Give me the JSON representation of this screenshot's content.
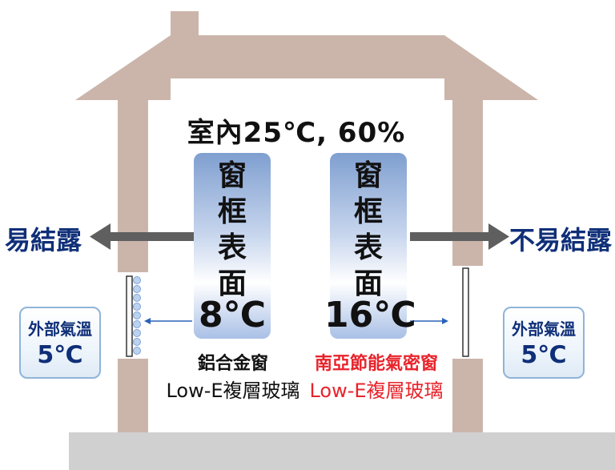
{
  "indoor": "室內25℃, 60%",
  "left_panel": {
    "chars": [
      "窗",
      "框",
      "表",
      "面"
    ],
    "temp": "8℃"
  },
  "right_panel": {
    "chars": [
      "窗",
      "框",
      "表",
      "面"
    ],
    "temp": "16℃"
  },
  "left_label": "易結露",
  "right_label": "不易結露",
  "outdoor_left": {
    "label": "外部氣溫",
    "temp": "5℃"
  },
  "outdoor_right": {
    "label": "外部氣溫",
    "temp": "5℃"
  },
  "caption_left": {
    "line1": "鋁合金窗",
    "line2": "Low-E複層玻璃"
  },
  "caption_right": {
    "line1": "南亞節能氣密窗",
    "line2": "Low-E複層玻璃"
  },
  "colors": {
    "wall": "#cbb5ab",
    "ground": "#d0d0d0",
    "arrow": "#5f5f5f",
    "label": "#0f2f78",
    "accent": "#e8232b"
  }
}
